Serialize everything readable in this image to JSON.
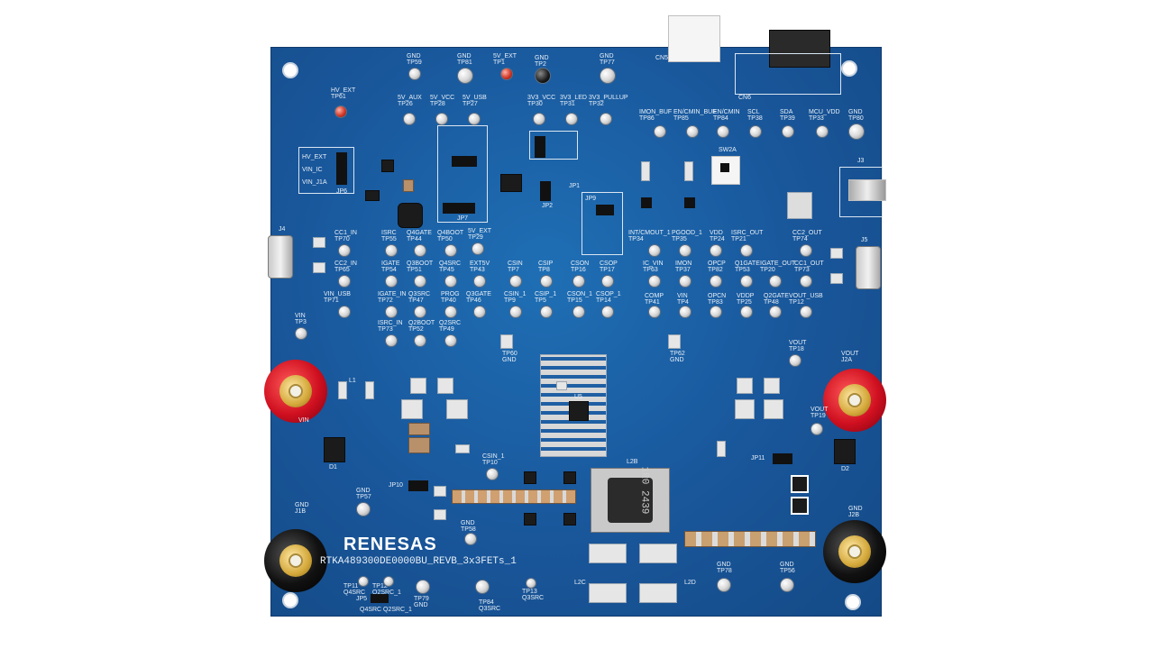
{
  "brand": {
    "logo": "RENESAS",
    "part_number": "RTKA489300DE0000BU_REVB_3x3FETs_1",
    "inductor_marking": "1R0 2439"
  },
  "top_labels": {
    "gnd_tp59": "GND\nTP59",
    "gnd_tp81": "GND\nTP81",
    "v5_ext_tp1": "5V_EXT\nTP1",
    "gnd_tp2": "GND\nTP2",
    "gnd_tp77": "GND\nTP77",
    "hv_ext": "HV_EXT\nTP61",
    "v5_aux": "5V_AUX\nTP26",
    "v5_vcc": "5V_VCC\nTP28",
    "v5_usb": "5V_USB\nTP27",
    "v3_vcc": "3V3_VCC\nTP30",
    "v3_led": "3V3_LED\nTP31",
    "v3_pullup": "3V3_PULLUP\nTP32",
    "imon_buf": "IMON_BUF\nTP86",
    "en_cmin_buf": "EN/CMIN_BUF\nTP85",
    "en_cmin": "EN/CMIN\nTP84",
    "scl": "SCL\nTP38",
    "sda": "SDA\nTP39",
    "mcu_vdd": "MCU_VDD\nTP33",
    "gnd_tp80": "GND\nTP80",
    "cn5": "CN5",
    "cn6": "CN6",
    "sw2a": "SW2A",
    "j3": "J3",
    "j4": "J4",
    "j5": "J5"
  },
  "jumper_labels": {
    "jp6_hv": "HV_EXT",
    "jp6_vin_ic": "VIN_IC",
    "jp6_vin_j1a": "VIN_J1A",
    "jp6": "JP6",
    "jp7": "JP7",
    "jp1": "JP1",
    "jp2": "JP2",
    "jp9": "JP9",
    "jp10": "JP10",
    "jp11": "JP11",
    "jp5": "JP5"
  },
  "mid_labels": {
    "cc1_in": "CC1_IN\nTP70",
    "isrc": "ISRC\nTP55",
    "q4gate": "Q4GATE\nTP44",
    "q4boot": "Q4BOOT\nTP50",
    "v5_ext_tp29": "5V_EXT\nTP29",
    "cc2_in": "CC2_IN\nTP65",
    "igate": "IGATE\nTP54",
    "q3boot": "Q3BOOT\nTP51",
    "q4src": "Q4SRC\nTP45",
    "ext5v": "EXT5V\nTP43",
    "csin": "CSIN\nTP7",
    "csip": "CSIP\nTP8",
    "cson": "CSON\nTP16",
    "csop": "CSOP\nTP17",
    "vin_usb": "VIN_USB\nTP71",
    "igate_in": "IGATE_IN\nTP72",
    "q3src": "Q3SRC\nTP47",
    "prog": "PROG\nTP40",
    "q3gate": "Q3GATE\nTP46",
    "csin_1": "CSIN_1\nTP9",
    "csip_1": "CSIP_1\nTP5",
    "cson_1": "CSON_1\nTP15",
    "csop_1": "CSOP_1\nTP14",
    "isrc_in": "ISRC_IN\nTP73",
    "q2boot": "Q2BOOT\nTP52",
    "q2src": "Q2SRC\nTP49",
    "int_cmout": "INT/CMOUT_1\nTP34",
    "pgood": "PGOOD_1\nTP35",
    "vdd": "VDD\nTP24",
    "isrc_out": "ISRC_OUT\nTP21",
    "cc2_out": "CC2_OUT\nTP74",
    "ic_vin": "IC_VIN\nTP63",
    "imon": "IMON\nTP37",
    "opcp": "OPCP\nTP82",
    "q1gate": "Q1GATE\nTP53",
    "igate_out": "IGATE_OUT\nTP20",
    "cc1_out": "CC1_OUT\nTP73",
    "comp": "COMP\nTP41",
    "vin_tp4": "VIN\nTP4",
    "opcn": "OPCN\nTP83",
    "vddp": "VDDP\nTP25",
    "q2gate": "Q2GATE\nTP48",
    "vout_usb": "VOUT_USB\nTP12",
    "vin_tp3": "VIN\nTP3",
    "tp60": "TP60\nGND",
    "tp62": "TP62\nGND",
    "vout_tp18": "VOUT\nTP18",
    "vout_j2a": "VOUT\nJ2A",
    "vin_j1a": "VIN",
    "vout_tp19": "VOUT\nTP19"
  },
  "bottom_labels": {
    "gnd_tp57": "GND\nTP57",
    "gnd_j1b": "GND\nJ1B",
    "gnd_j2b": "GND\nJ2B",
    "gnd_tp58": "GND\nTP58",
    "csin_1_tp10": "CSIN_1\nTP10",
    "gnd_tp78": "GND\nTP78",
    "gnd_tp56": "GND\nTP56",
    "q4src_tp11": "TP11\nQ4SRC",
    "q2src_tp12": "TP12\nQ2SRC_1",
    "gnd_tp79": "TP79\nGND",
    "q3src_tp84": "TP84\nQ3SRC",
    "q3src_tp13": "TP13\nQ3SRC",
    "jp5_q4": "Q4SRC",
    "jp5_q2": "Q2SRC_1",
    "l1": "L1",
    "l2b": "L2B",
    "l2c": "L2C",
    "l2d": "L2D",
    "d1": "D1",
    "d2": "D2",
    "u5": "U5"
  }
}
